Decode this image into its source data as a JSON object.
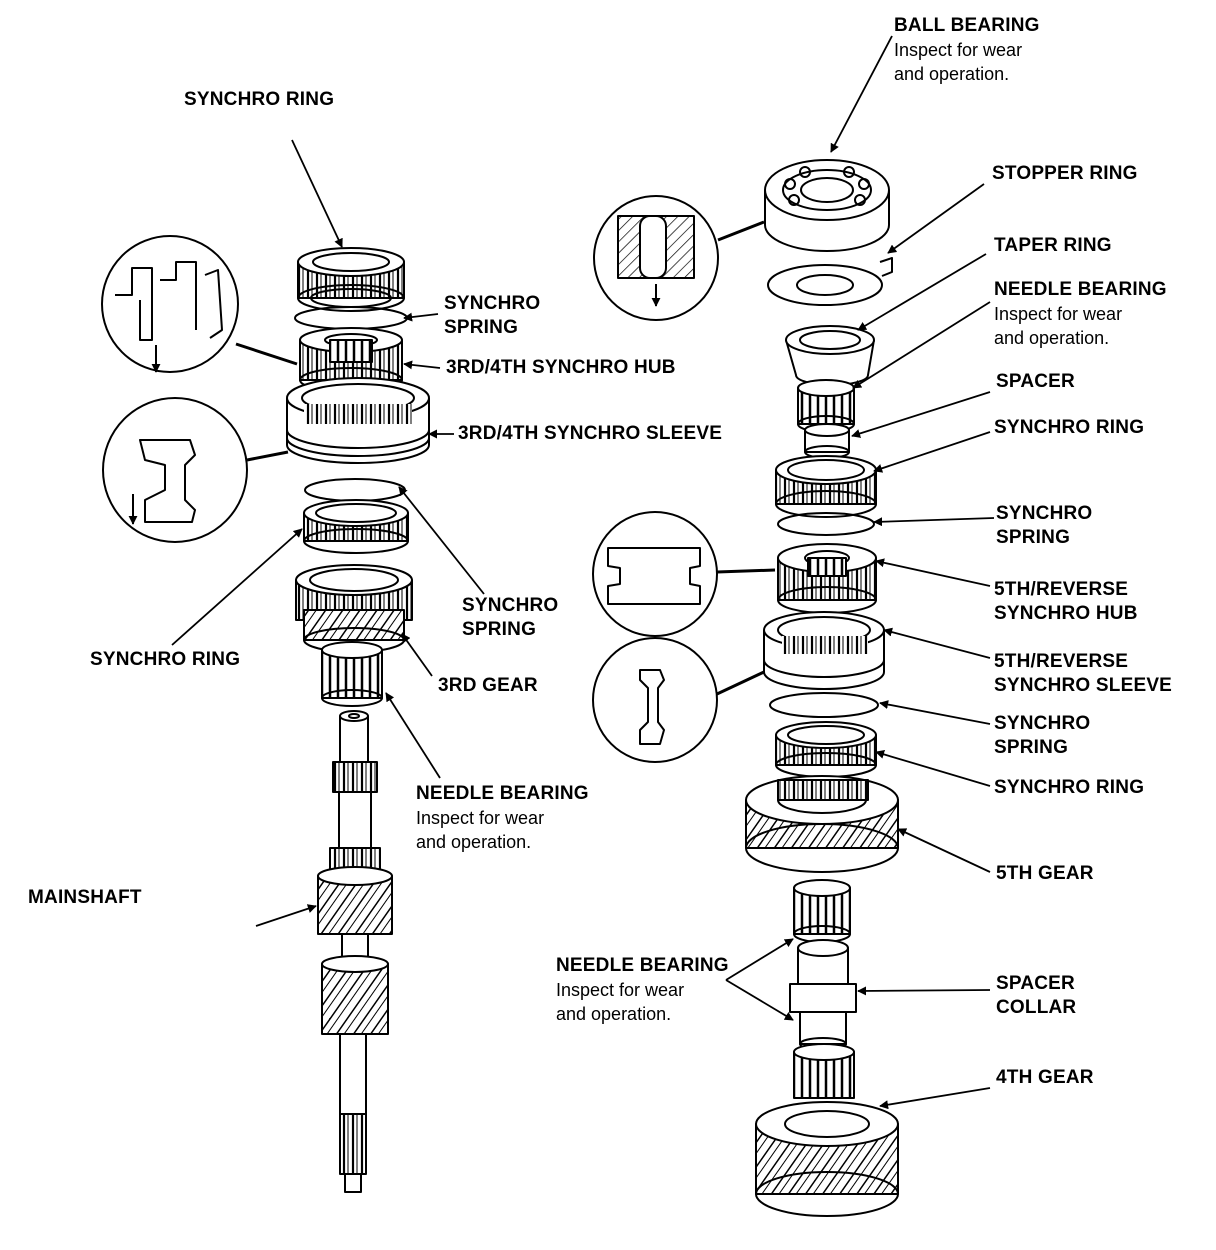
{
  "labels": {
    "left_synchro_ring_top": {
      "title": "SYNCHRO RING"
    },
    "left_synchro_spring_top": {
      "line1": "SYNCHRO",
      "line2": "SPRING"
    },
    "synchro_hub_3_4": {
      "title": "3RD/4TH SYNCHRO HUB"
    },
    "synchro_sleeve_3_4": {
      "title": "3RD/4TH SYNCHRO SLEEVE"
    },
    "left_synchro_spring_bottom": {
      "line1": "SYNCHRO",
      "line2": "SPRING"
    },
    "left_synchro_ring_bottom": {
      "title": "SYNCHRO RING"
    },
    "third_gear": {
      "title": "3RD GEAR"
    },
    "left_needle_bearing": {
      "title": "NEEDLE BEARING",
      "note1": "Inspect for wear",
      "note2": "and operation."
    },
    "mainshaft": {
      "title": "MAINSHAFT"
    },
    "ball_bearing": {
      "title": "BALL BEARING",
      "note1": "Inspect for wear",
      "note2": "and operation."
    },
    "stopper_ring": {
      "title": "STOPPER RING"
    },
    "taper_ring": {
      "title": "TAPER RING"
    },
    "right_needle_bearing_top": {
      "title": "NEEDLE BEARING",
      "note1": "Inspect for wear",
      "note2": "and operation."
    },
    "spacer": {
      "title": "SPACER"
    },
    "right_synchro_ring_top": {
      "title": "SYNCHRO RING"
    },
    "right_synchro_spring_top": {
      "line1": "SYNCHRO",
      "line2": "SPRING"
    },
    "synchro_hub_5_rev": {
      "line1": "5TH/REVERSE",
      "line2": "SYNCHRO HUB"
    },
    "synchro_sleeve_5_rev": {
      "line1": "5TH/REVERSE",
      "line2": "SYNCHRO SLEEVE"
    },
    "right_synchro_spring_bottom": {
      "line1": "SYNCHRO",
      "line2": "SPRING"
    },
    "right_synchro_ring_bottom": {
      "title": "SYNCHRO RING"
    },
    "fifth_gear": {
      "title": "5TH GEAR"
    },
    "right_needle_bearing_bottom": {
      "title": "NEEDLE BEARING",
      "note1": "Inspect for wear",
      "note2": "and operation."
    },
    "spacer_collar": {
      "line1": "SPACER",
      "line2": "COLLAR"
    },
    "fourth_gear": {
      "title": "4TH GEAR"
    }
  }
}
